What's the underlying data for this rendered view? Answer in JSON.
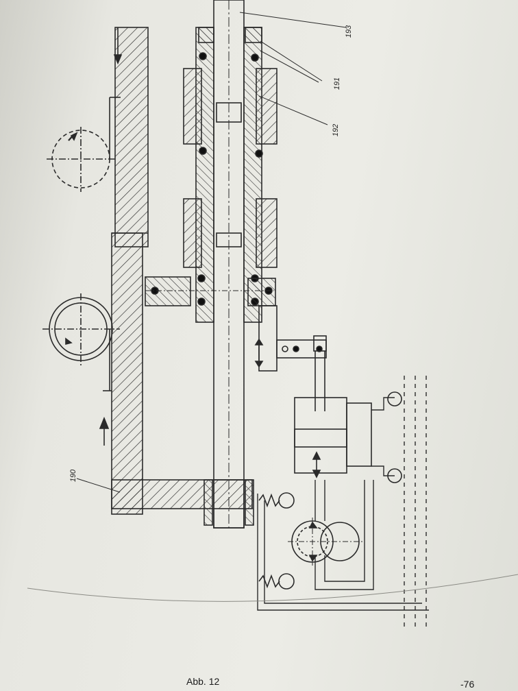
{
  "labels": {
    "l190": "190",
    "l191": "191",
    "l192": "192",
    "l193": "193"
  },
  "caption": "Abb. 12",
  "page_number": "-76"
}
